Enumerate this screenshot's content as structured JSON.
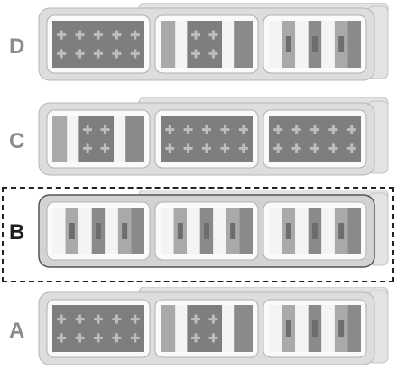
{
  "rows": [
    {
      "label": "D",
      "selected": false,
      "label_color": "#8c8c8c",
      "segments": [
        "pattern",
        "mixed",
        "stripes"
      ]
    },
    {
      "label": "C",
      "selected": false,
      "label_color": "#8c8c8c",
      "segments": [
        "mixed",
        "pattern",
        "pattern"
      ]
    },
    {
      "label": "B",
      "selected": true,
      "label_color": "#1f1f1f",
      "segments": [
        "stripes",
        "stripes",
        "stripes"
      ]
    },
    {
      "label": "A",
      "selected": false,
      "label_color": "#8c8c8c",
      "segments": [
        "pattern",
        "mixed",
        "stripes"
      ]
    }
  ],
  "colors": {
    "tray_back": "#e3e3e3",
    "tray_front": "#dddddd",
    "tray_front_selected": "#d3d3d3",
    "slot_bg": "#fafafa",
    "block_dark": "#8a8a8a",
    "block_mid": "#a9a9a9",
    "block_light": "#f4f4f4",
    "pattern_fill": "#7e7e7e",
    "pattern_cross": "#bdbdbd",
    "dashed_border": "#222222"
  }
}
